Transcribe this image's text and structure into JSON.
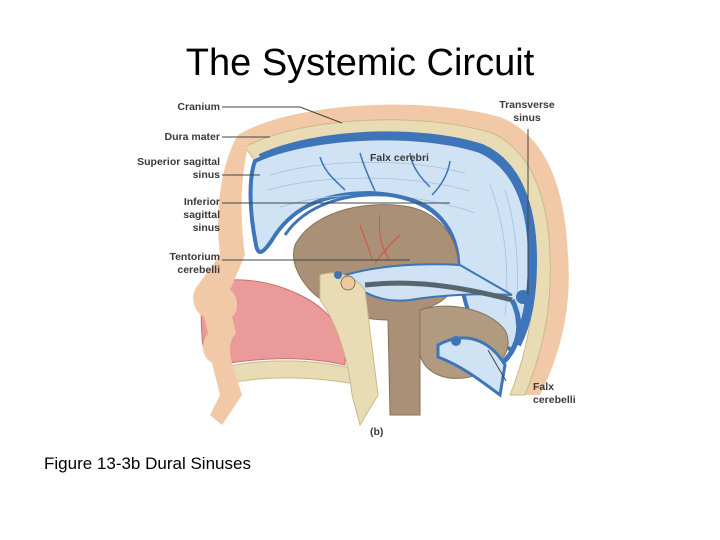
{
  "slide": {
    "title": "The Systemic Circuit",
    "caption": "Figure 13-3b Dural Sinuses"
  },
  "figure": {
    "labels": {
      "cranium": "Cranium",
      "dura_mater": "Dura mater",
      "superior_sagittal_1": "Superior sagittal",
      "superior_sagittal_2": "sinus",
      "inferior_sagittal_1": "Inferior",
      "inferior_sagittal_2": "sagittal",
      "inferior_sagittal_3": "sinus",
      "tentorium_1": "Tentorium",
      "tentorium_2": "cerebelli",
      "transverse_1": "Transverse",
      "transverse_2": "sinus",
      "falx_cerebri": "Falx cerebri",
      "falx_cerebelli_1": "Falx",
      "falx_cerebelli_2": "cerebelli",
      "panel": "(b)"
    },
    "colors": {
      "skin": "#f2c9a6",
      "bone": "#e9dcb4",
      "dura": "#3e74b8",
      "falx": "#cfe3f4",
      "brain": "#a99077",
      "nasal": "#ea9a98",
      "leader": "#444444"
    }
  }
}
